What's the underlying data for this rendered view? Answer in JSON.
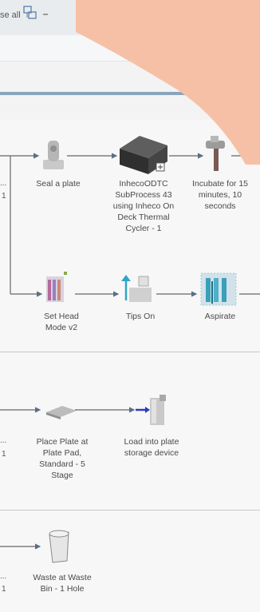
{
  "toolbar": {
    "collapse_all_label": "se all"
  },
  "process1": {
    "row1": [
      {
        "label": "Seal a plate",
        "icon": "sealer-icon"
      },
      {
        "label": "InhecoODTC SubProcess 43 using Inheco On Deck Thermal Cycler - 1",
        "icon": "thermal-cycler-icon"
      },
      {
        "label": "Incubate for 15 minutes, 10 seconds",
        "icon": "incubate-icon"
      }
    ],
    "row2": [
      {
        "label": "Set Head Mode v2",
        "icon": "head-mode-icon"
      },
      {
        "label": "Tips On",
        "icon": "tips-on-icon"
      },
      {
        "label": "Aspirate",
        "icon": "aspirate-icon"
      }
    ],
    "left_edge_fragments": [
      "...",
      "1"
    ]
  },
  "process2": {
    "steps": [
      {
        "label": "Place Plate at Plate Pad, Standard - 5 Stage",
        "icon": "plate-pad-icon"
      },
      {
        "label": "Load into plate storage device",
        "icon": "plate-storage-icon"
      }
    ],
    "left_edge_fragments": [
      "...",
      "1"
    ]
  },
  "process3": {
    "steps": [
      {
        "label": "Waste at Waste Bin - 1 Hole",
        "icon": "waste-bin-icon"
      }
    ],
    "left_edge_fragments": [
      "...",
      "1"
    ]
  },
  "colors": {
    "overlay": "#f6c0a7",
    "toolbar_bg": "#e9ecef",
    "accent_blue": "#8aa4bd"
  }
}
